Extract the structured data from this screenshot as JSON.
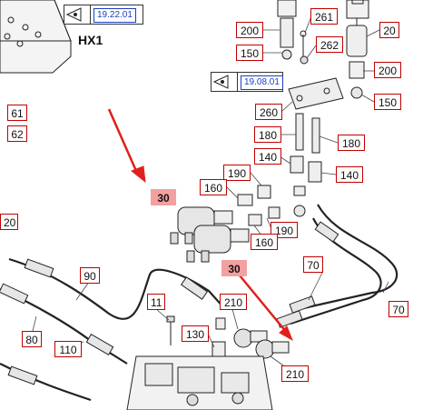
{
  "references": [
    {
      "id": "ref-a",
      "text": "19.22.01"
    },
    {
      "id": "ref-b",
      "text": "19.08.01"
    }
  ],
  "assembly_label": "HX1",
  "callouts": [
    {
      "text": "261"
    },
    {
      "text": "200"
    },
    {
      "text": "20"
    },
    {
      "text": "262"
    },
    {
      "text": "150"
    },
    {
      "text": "200"
    },
    {
      "text": "150"
    },
    {
      "text": "61"
    },
    {
      "text": "62"
    },
    {
      "text": "260"
    },
    {
      "text": "180"
    },
    {
      "text": "180"
    },
    {
      "text": "140"
    },
    {
      "text": "190"
    },
    {
      "text": "140"
    },
    {
      "text": "160"
    },
    {
      "text": "30"
    },
    {
      "text": "190"
    },
    {
      "text": "160"
    },
    {
      "text": "20"
    },
    {
      "text": "30"
    },
    {
      "text": "70"
    },
    {
      "text": "90"
    },
    {
      "text": "11"
    },
    {
      "text": "210"
    },
    {
      "text": "70"
    },
    {
      "text": "130"
    },
    {
      "text": "80"
    },
    {
      "text": "110"
    },
    {
      "text": "210"
    }
  ],
  "colors": {
    "callout_border": "#c00000",
    "highlight_fill": "#f3a0a0",
    "reference_text": "#1a3fbf",
    "arrow": "#e0201a"
  }
}
